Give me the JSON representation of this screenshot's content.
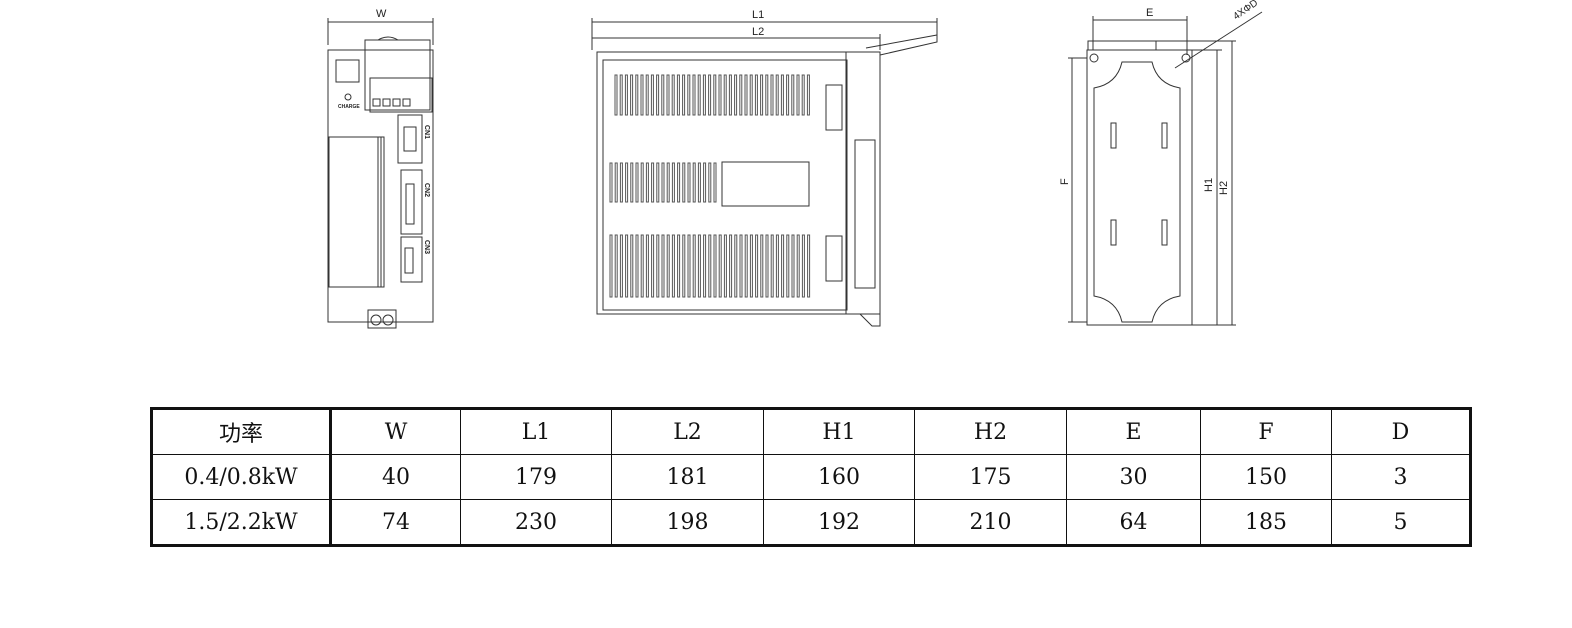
{
  "drawing": {
    "front_view": {
      "dim_w": "W",
      "charge_label": "CHARGE",
      "connectors": [
        "CN1",
        "CN2",
        "CN3"
      ]
    },
    "side_view": {
      "dim_l1": "L1",
      "dim_l2": "L2"
    },
    "back_view": {
      "dim_e": "E",
      "dim_f": "F",
      "dim_h1": "H1",
      "dim_h2": "H2",
      "hole_label": "4XΦD"
    }
  },
  "table": {
    "headers": [
      "功率",
      "W",
      "L1",
      "L2",
      "H1",
      "H2",
      "E",
      "F",
      "D"
    ],
    "rows": [
      [
        "0.4/0.8kW",
        "40",
        "179",
        "181",
        "160",
        "175",
        "30",
        "150",
        "3"
      ],
      [
        "1.5/2.2kW",
        "74",
        "230",
        "198",
        "192",
        "210",
        "64",
        "185",
        "5"
      ]
    ]
  }
}
